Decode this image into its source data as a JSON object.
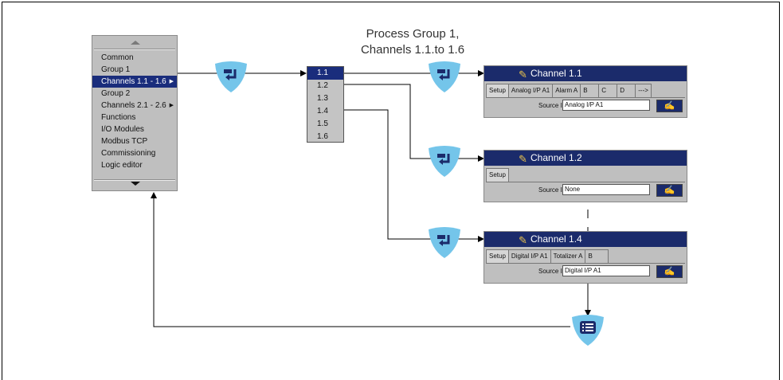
{
  "title": {
    "line1": "Process Group 1,",
    "line2": "Channels 1.1.to 1.6"
  },
  "menu": {
    "items": [
      {
        "label": "Common",
        "submenu": false
      },
      {
        "label": "Group 1",
        "submenu": false
      },
      {
        "label": "Channels 1.1 - 1.6",
        "submenu": true,
        "selected": true
      },
      {
        "label": "Group 2",
        "submenu": false
      },
      {
        "label": "Channels 2.1 - 2.6",
        "submenu": true
      },
      {
        "label": "Functions",
        "submenu": false
      },
      {
        "label": "I/O Modules",
        "submenu": false
      },
      {
        "label": "Modbus TCP",
        "submenu": false
      },
      {
        "label": "Commissioning",
        "submenu": false
      },
      {
        "label": "Logic editor",
        "submenu": false
      }
    ],
    "submenu_arrow": "▶"
  },
  "channel_list": [
    "1.1",
    "1.2",
    "1.3",
    "1.4",
    "1.5",
    "1.6"
  ],
  "windows": {
    "ch11": {
      "title": "Channel 1.1",
      "tabs": [
        "Setup",
        "Analog I/P A1",
        "Alarm A",
        "B",
        "C",
        "D",
        "--->"
      ],
      "source_label": "Source ID",
      "source_value": "Analog I/P A1"
    },
    "ch12": {
      "title": "Channel 1.2",
      "tabs": [
        "Setup"
      ],
      "source_label": "Source ID",
      "source_value": "None"
    },
    "ch14": {
      "title": "Channel 1.4",
      "tabs": [
        "Setup",
        "Digital I/P A1",
        "Totalizer A",
        "B"
      ],
      "source_label": "Source ID",
      "source_value": "Digital I/P A1"
    }
  },
  "icons": {
    "enter_key": "enter-key-icon",
    "menu_key": "menu-key-icon",
    "title_icon": "pen-icon",
    "edit_icon": "edit-icon"
  },
  "colors": {
    "key_blue": "#74c5ea",
    "title_bar": "#1b2b6b",
    "selection": "#1a2d7c",
    "panel_gray": "#bfbfbf"
  }
}
